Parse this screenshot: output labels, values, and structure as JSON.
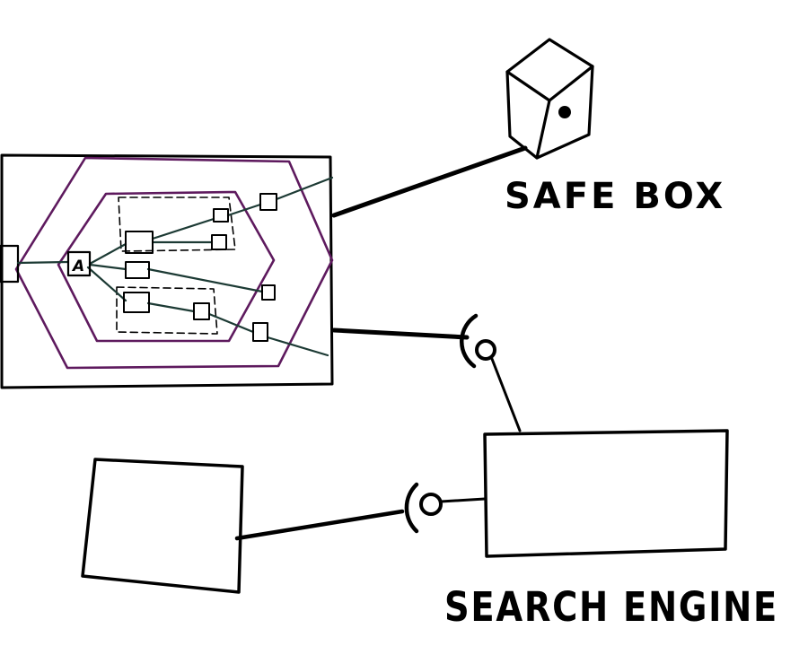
{
  "labels": {
    "safe_box": "SAFE BOX",
    "search_engine": "SEARCH ENGINE",
    "node_a": "A"
  },
  "colors": {
    "ink": "#000000",
    "boundary": "#5e1a5e",
    "inner_connector": "#1c3a34"
  }
}
